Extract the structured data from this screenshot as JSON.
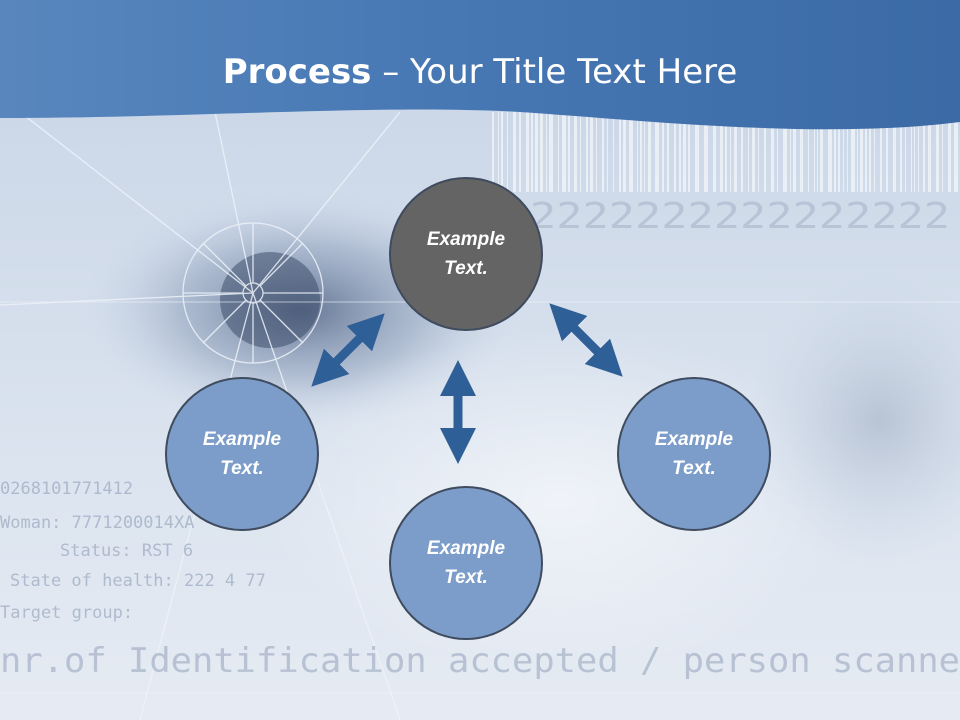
{
  "slide": {
    "title_bold": "Process",
    "title_rest": " – Your Title Text Here"
  },
  "nodes": [
    {
      "id": "top",
      "label_line1": "Example",
      "label_line2": "Text."
    },
    {
      "id": "left",
      "label_line1": "Example",
      "label_line2": "Text."
    },
    {
      "id": "bottom",
      "label_line1": "Example",
      "label_line2": "Text."
    },
    {
      "id": "right",
      "label_line1": "Example",
      "label_line2": "Text."
    }
  ],
  "background_text": {
    "numbers": "2222222222222222",
    "id_line": "0268101771412",
    "woman_line": "Woman: 7771200014XA",
    "status_line": "Status: RST 6",
    "health_line": "State of health: 222 4 77",
    "target_line": "Target group:",
    "scan_line": "nr.of Identification accepted / person scanne"
  },
  "colors": {
    "header": "#3e6fa7",
    "node_fill": "#7c9dc9",
    "center_node_fill": "#646464",
    "arrow": "#2f5f97",
    "border": "#3f4b5e"
  }
}
